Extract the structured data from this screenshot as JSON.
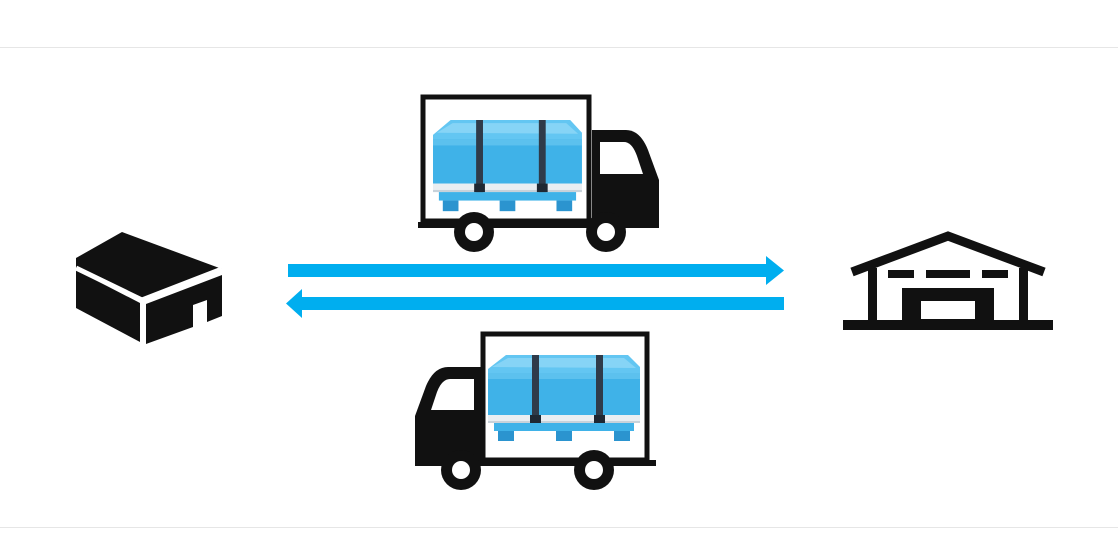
{
  "diagram": {
    "colors": {
      "arrow": "#00aeef",
      "icon": "#111111",
      "crate": "#3fb2e8",
      "crate_shadow": "#2b94cf",
      "strap": "#2f3b4a",
      "background": "#ffffff",
      "divider": "#e6e6e6"
    },
    "nodes": [
      {
        "id": "origin",
        "icon": "house-icon"
      },
      {
        "id": "destination",
        "icon": "warehouse-icon"
      }
    ],
    "flows": [
      {
        "from": "origin",
        "to": "destination",
        "icon": "delivery-truck-icon",
        "cargo": "blue-pallet-crate-icon"
      },
      {
        "from": "destination",
        "to": "origin",
        "icon": "delivery-truck-icon",
        "cargo": "blue-pallet-crate-icon"
      }
    ]
  }
}
